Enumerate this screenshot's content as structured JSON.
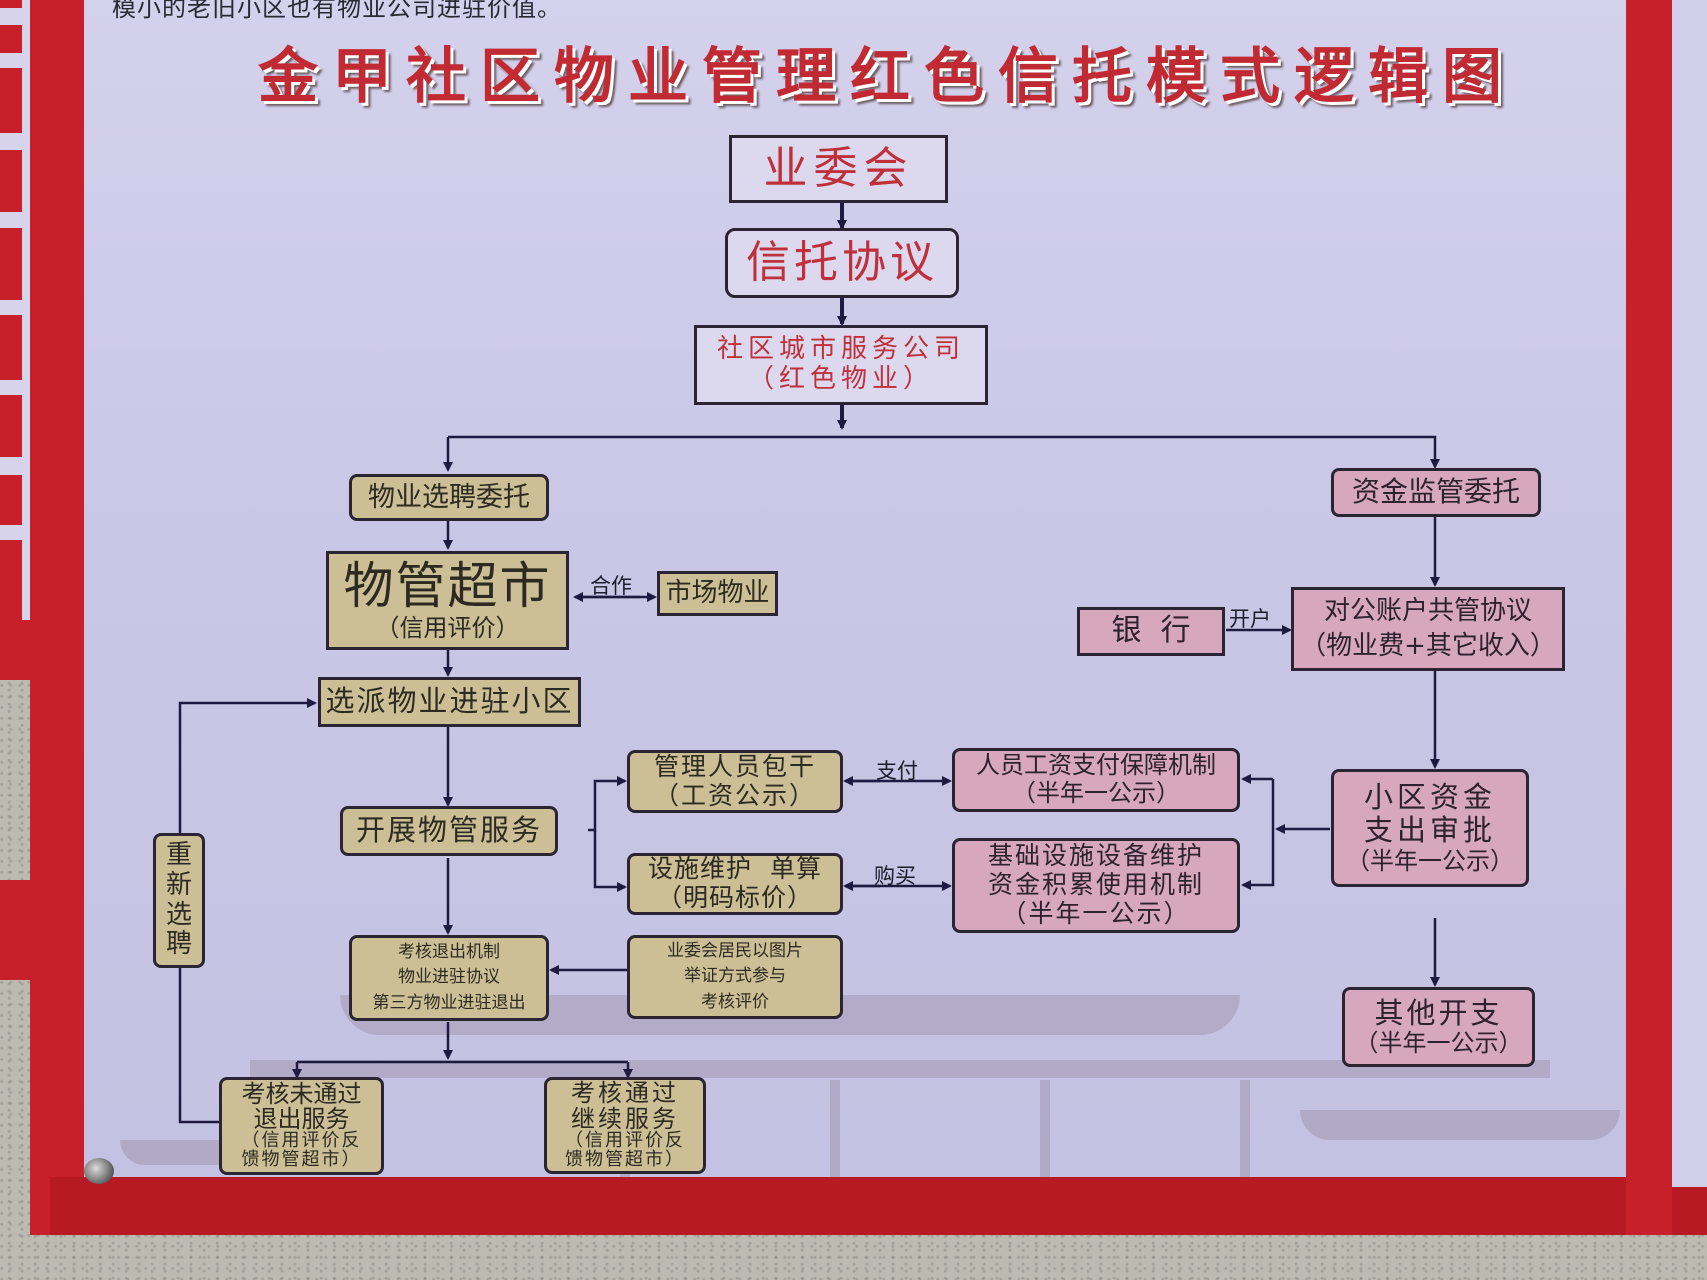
{
  "board": {
    "intro_text": "模小的老旧小区也有物业公司进驻价值。",
    "title": "金甲社区物业管理红色信托模式逻辑图"
  },
  "colors": {
    "frame_red": "#c8202a",
    "board_bg": "#cac7e6",
    "title_red": "#c22a33",
    "tan_box": "#cdbf95",
    "pink_box": "#d7a7bd",
    "line": "#1f1a40"
  },
  "nodes": {
    "yeweihui": "业委会",
    "xintuo": "信托协议",
    "company_line1": "社区城市服务公司",
    "company_line2": "（红色物业）",
    "select_entrust": "物业选聘委托",
    "fund_entrust": "资金监管委托",
    "supermarket_main": "物管超市",
    "supermarket_sub": "（信用评价）",
    "market_property": "市场物业",
    "bank": "银  行",
    "account_line1": "对公账户共管协议",
    "account_line2": "（物业费+其它收入）",
    "dispatch": "选派物业进驻小区",
    "service": "开展物管服务",
    "staff_line1": "管理人员包干",
    "staff_line2": "（工资公示）",
    "facility_line1": "设施维护  单算",
    "facility_line2": "（明码标价）",
    "wage_line1": "人员工资支付保障机制",
    "wage_line2": "（半年一公示）",
    "infra_line1": "基础设施设备维护",
    "infra_line2": "资金积累使用机制",
    "infra_line3": "（半年一公示）",
    "approval_line1": "小区资金",
    "approval_line2": "支出审批",
    "approval_line3": "（半年一公示）",
    "other_line1": "其他开支",
    "other_line2": "（半年一公示）",
    "exit_line1": "考核退出机制",
    "exit_line2": "物业进驻协议",
    "exit_line3": "第三方物业进驻退出",
    "residents_line1": "业委会居民以图片",
    "residents_line2": "举证方式参与",
    "residents_line3": "考核评价",
    "reselect": "重新选聘",
    "fail_line1": "考核未通过",
    "fail_line2": "退出服务",
    "fail_line3": "（信用评价反",
    "fail_line4": "馈物管超市）",
    "pass_line1": "考核通过",
    "pass_line2": "继续服务",
    "pass_line3": "（信用评价反",
    "pass_line4": "馈物管超市）"
  },
  "edge_labels": {
    "cooperate": "合作",
    "open_account": "开户",
    "pay": "支付",
    "buy": "购买"
  }
}
